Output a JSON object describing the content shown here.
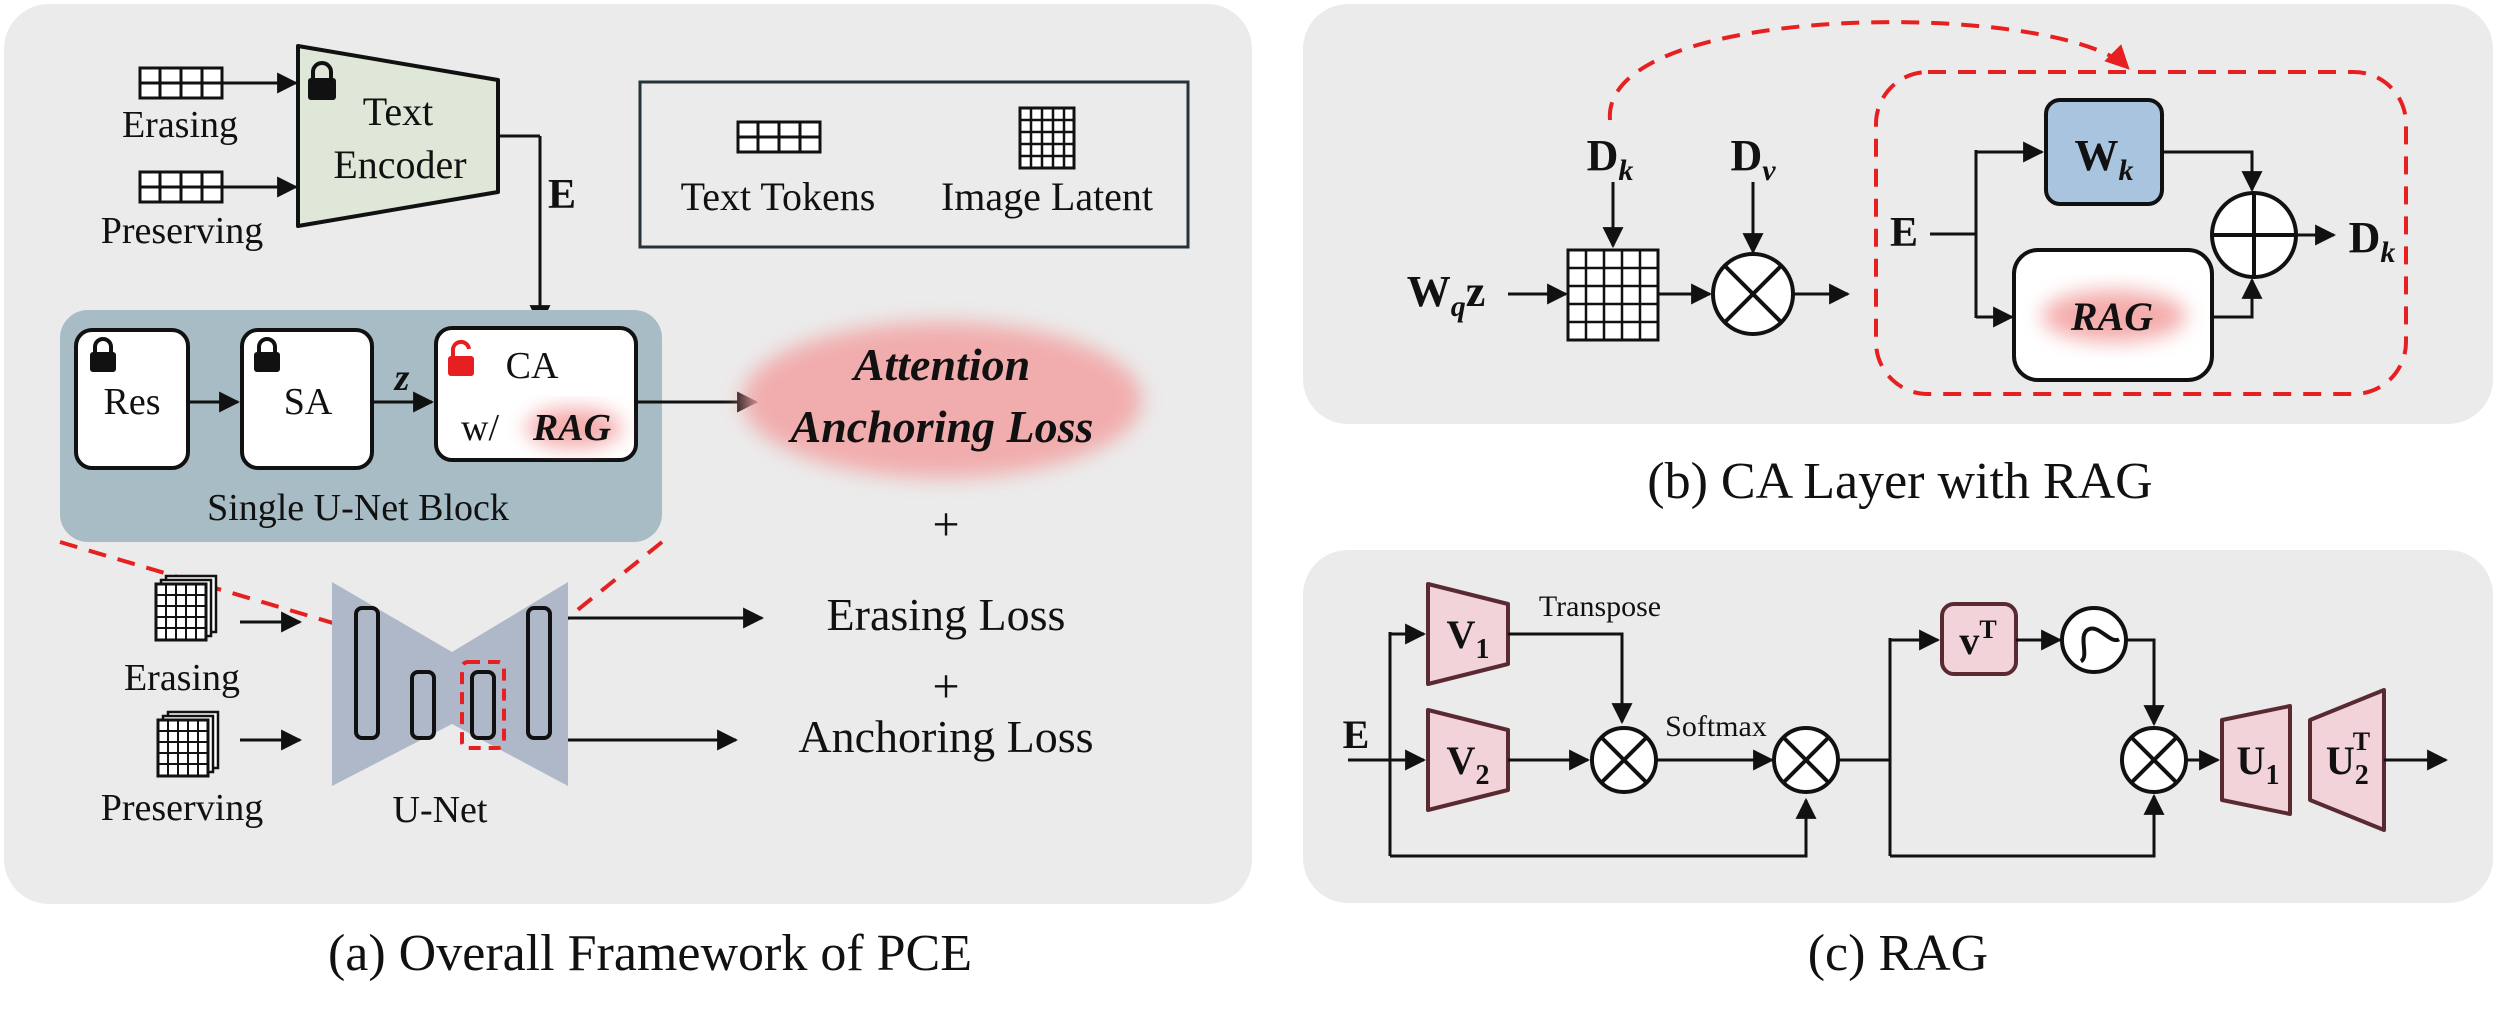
{
  "panel_a": {
    "caption": "(a) Overall Framework of PCE",
    "erasing_label": "Erasing",
    "preserving_label": "Preserving",
    "text_encoder_line1": "Text",
    "text_encoder_line2": "Encoder",
    "e_label": "E",
    "legend": {
      "text_tokens": "Text Tokens",
      "image_latent": "Image Latent"
    },
    "res_label": "Res",
    "sa_label": "SA",
    "z_label": "z",
    "ca_label": "CA",
    "ca_with": "w/",
    "rag_label": "RAG",
    "unet_block_label": "Single U-Net Block",
    "attention_loss_line1": "Attention",
    "attention_loss_line2": "Anchoring Loss",
    "plus": "+",
    "erasing_loss": "Erasing Loss",
    "anchoring_loss": "Anchoring Loss",
    "unet_label": "U-Net"
  },
  "panel_b": {
    "caption": "(b) CA Layer with RAG",
    "wq_main": "W",
    "wq_sub": "q",
    "wq_z": "z",
    "dk_main": "D",
    "dk_sub": "k",
    "dv_main": "D",
    "dv_sub": "v",
    "e_label": "E",
    "wk_main": "W",
    "wk_sub": "k",
    "rag_label": "RAG",
    "out_main": "D",
    "out_sub": "k"
  },
  "panel_c": {
    "caption": "(c) RAG",
    "e_label": "E",
    "v1_main": "V",
    "v1_sub": "1",
    "v2_main": "V",
    "v2_sub": "2",
    "transpose_label": "Transpose",
    "softmax_label": "Softmax",
    "vt_main": "v",
    "vt_sup": "T",
    "u1_main": "U",
    "u1_sub": "1",
    "u2_main": "U",
    "u2_sub": "2",
    "u2_sup": "T"
  },
  "colors": {
    "panel_bg": "#ebebeb",
    "unet_block_bg": "#a7bcc4",
    "text_encoder_fill": "#dfe7d8",
    "unet_shape": "#aeb8c8",
    "wk_fill": "#a9c4de",
    "rag_blob": "#f3a3a3",
    "pink_block": "#f2d3da",
    "dark_red_border": "#5a2a32",
    "highlight_red": "#e62020"
  }
}
